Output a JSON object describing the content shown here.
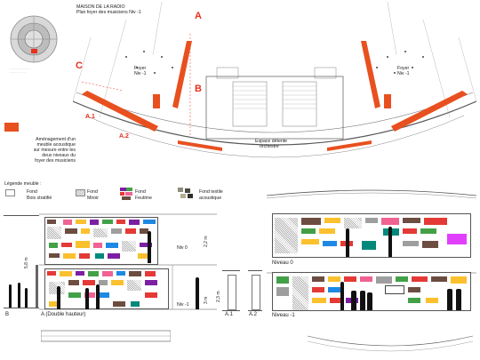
{
  "title": {
    "line1": "MAISON DE LA RADIO",
    "line2": "Plan foyer des musiciens Niv -1"
  },
  "plan_markers": {
    "a": "A",
    "b": "B",
    "c": "C",
    "a1": "A.1",
    "a2": "A.2"
  },
  "foyer_left": {
    "line1": "Foyer",
    "line2": "Niv -1"
  },
  "foyer_right": {
    "line1": "Foyer",
    "line2": "Niv -1"
  },
  "espace": {
    "line1": "Espace détente",
    "line2": "orchestre"
  },
  "side_note": [
    "Aménagement d'un",
    "meuble acoustique",
    "sur mesure entre les",
    "deux niveaux du",
    "foyer des musiciens"
  ],
  "legend": {
    "title": "Légende meuble :",
    "items": [
      {
        "label": "Fond",
        "sub": "Bois stratifié"
      },
      {
        "label": "Fond",
        "sub": "Miroir"
      },
      {
        "label": "Fond",
        "sub": "Feutrine"
      },
      {
        "label": "Fond textile",
        "sub": "acoustique"
      }
    ]
  },
  "elevations": {
    "b": "B",
    "a": "A  (Double hauteur)",
    "a1": "A.1",
    "a2": "A.2",
    "niveau0": "Niveau 0",
    "niveau_m1": "Niveau -1",
    "dim_58": "5,8 m",
    "dim_22": "2,2 m",
    "dim_23": "2,3 m",
    "dim_3": "3 m",
    "niv0_tag": "Niv 0",
    "nivm1_tag": "Niv -1"
  },
  "colors": {
    "accent_orange": "#e8501f",
    "label_red": "#e8301d",
    "felt_palette": [
      "#e53935",
      "#7b1fa2",
      "#43a047",
      "#fbc02d",
      "#1e88e5",
      "#00897b",
      "#f06292",
      "#6d4c41",
      "#ff7043",
      "#9e9e9e"
    ]
  }
}
